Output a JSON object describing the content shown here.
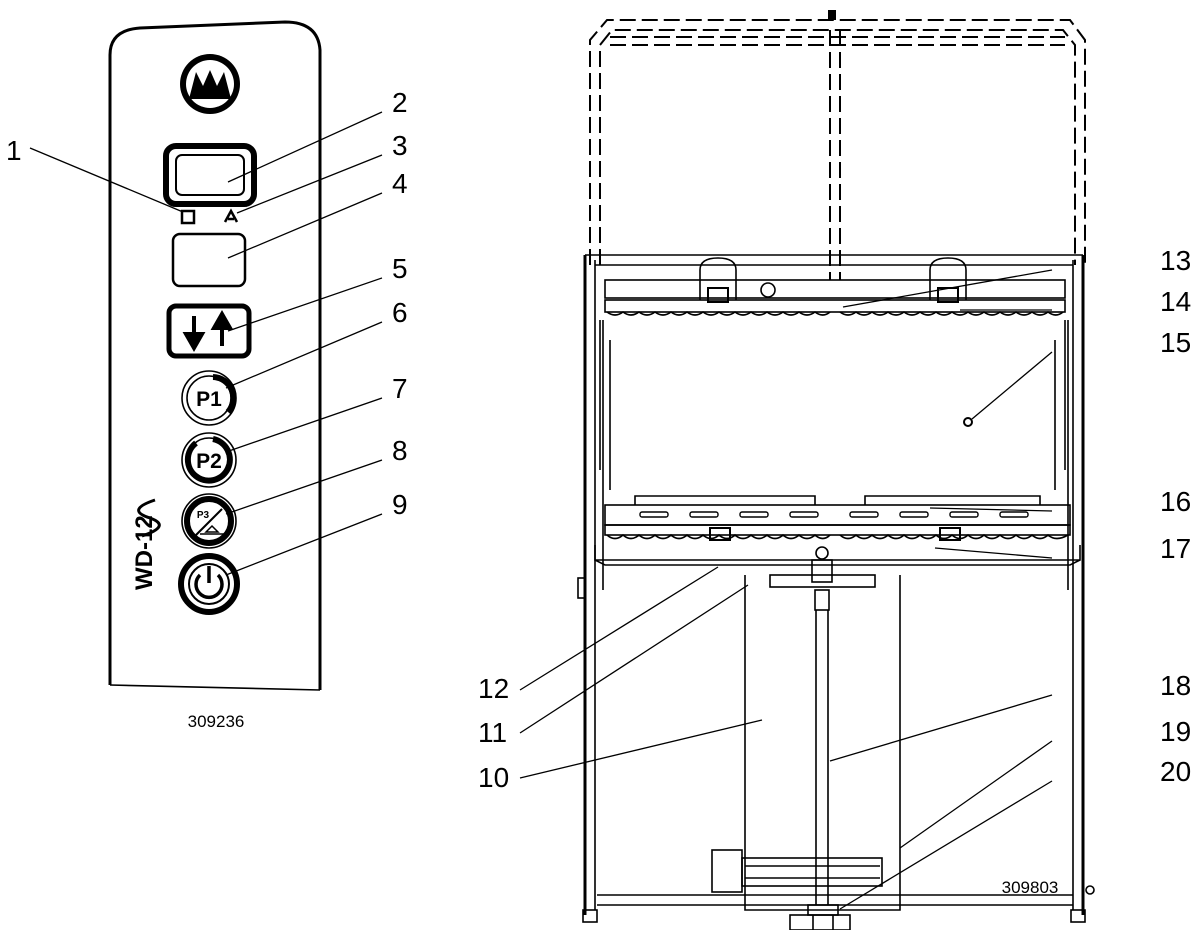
{
  "callouts": {
    "c1": "1",
    "c2": "2",
    "c3": "3",
    "c4": "4",
    "c5": "5",
    "c6": "6",
    "c7": "7",
    "c8": "8",
    "c9": "9",
    "c10": "10",
    "c11": "11",
    "c12": "12",
    "c13": "13",
    "c14": "14",
    "c15": "15",
    "c16": "16",
    "c17": "17",
    "c18": "18",
    "c19": "19",
    "c20": "20"
  },
  "panel": {
    "model": "WD-12",
    "p1": "P1",
    "p2": "P2",
    "p3": "P3"
  },
  "drawing_numbers": {
    "panel": "309236",
    "machine": "309803"
  }
}
